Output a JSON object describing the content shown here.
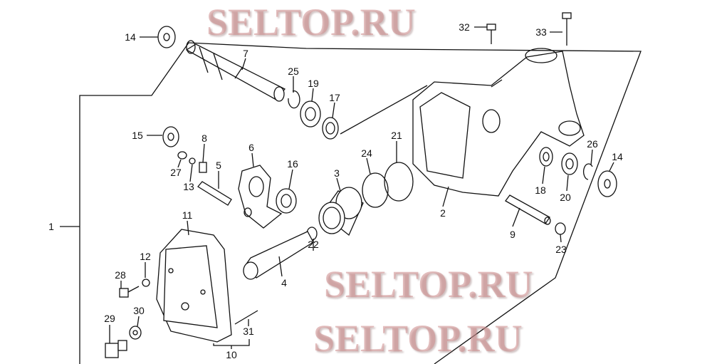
{
  "watermark": "SELTOP.RU",
  "watermark_color": "#cd8c8c",
  "callouts": {
    "p1": "1",
    "p2": "2",
    "p3": "3",
    "p4": "4",
    "p5": "5",
    "p6": "6",
    "p7": "7",
    "p8": "8",
    "p9": "9",
    "p10": "10",
    "p11": "11",
    "p12": "12",
    "p13": "13",
    "p14a": "14",
    "p14b": "14",
    "p15": "15",
    "p16": "16",
    "p17": "17",
    "p18": "18",
    "p19": "19",
    "p20": "20",
    "p21": "21",
    "p22": "22",
    "p23": "23",
    "p24": "24",
    "p25": "25",
    "p26": "26",
    "p27": "27",
    "p28": "28",
    "p29": "29",
    "p30": "30",
    "p31": "31",
    "p32": "32",
    "p33": "33"
  }
}
